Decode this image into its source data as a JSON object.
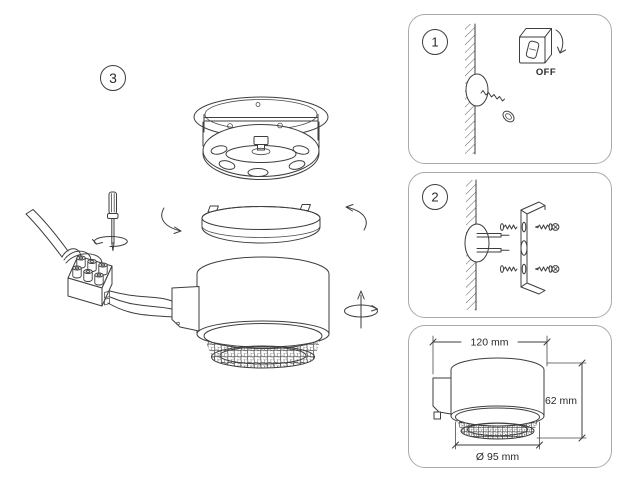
{
  "colors": {
    "line": "#3e3e3e",
    "panel_border": "#a9a9a9",
    "text": "#2a2a2a",
    "background": "#ffffff"
  },
  "steps": {
    "main": {
      "label": "3"
    },
    "step1": {
      "label": "1",
      "switch_label": "OFF"
    },
    "step2": {
      "label": "2"
    }
  },
  "dimensions": {
    "width": "120 mm",
    "height": "62 mm",
    "diameter": "Ø 95 mm"
  }
}
